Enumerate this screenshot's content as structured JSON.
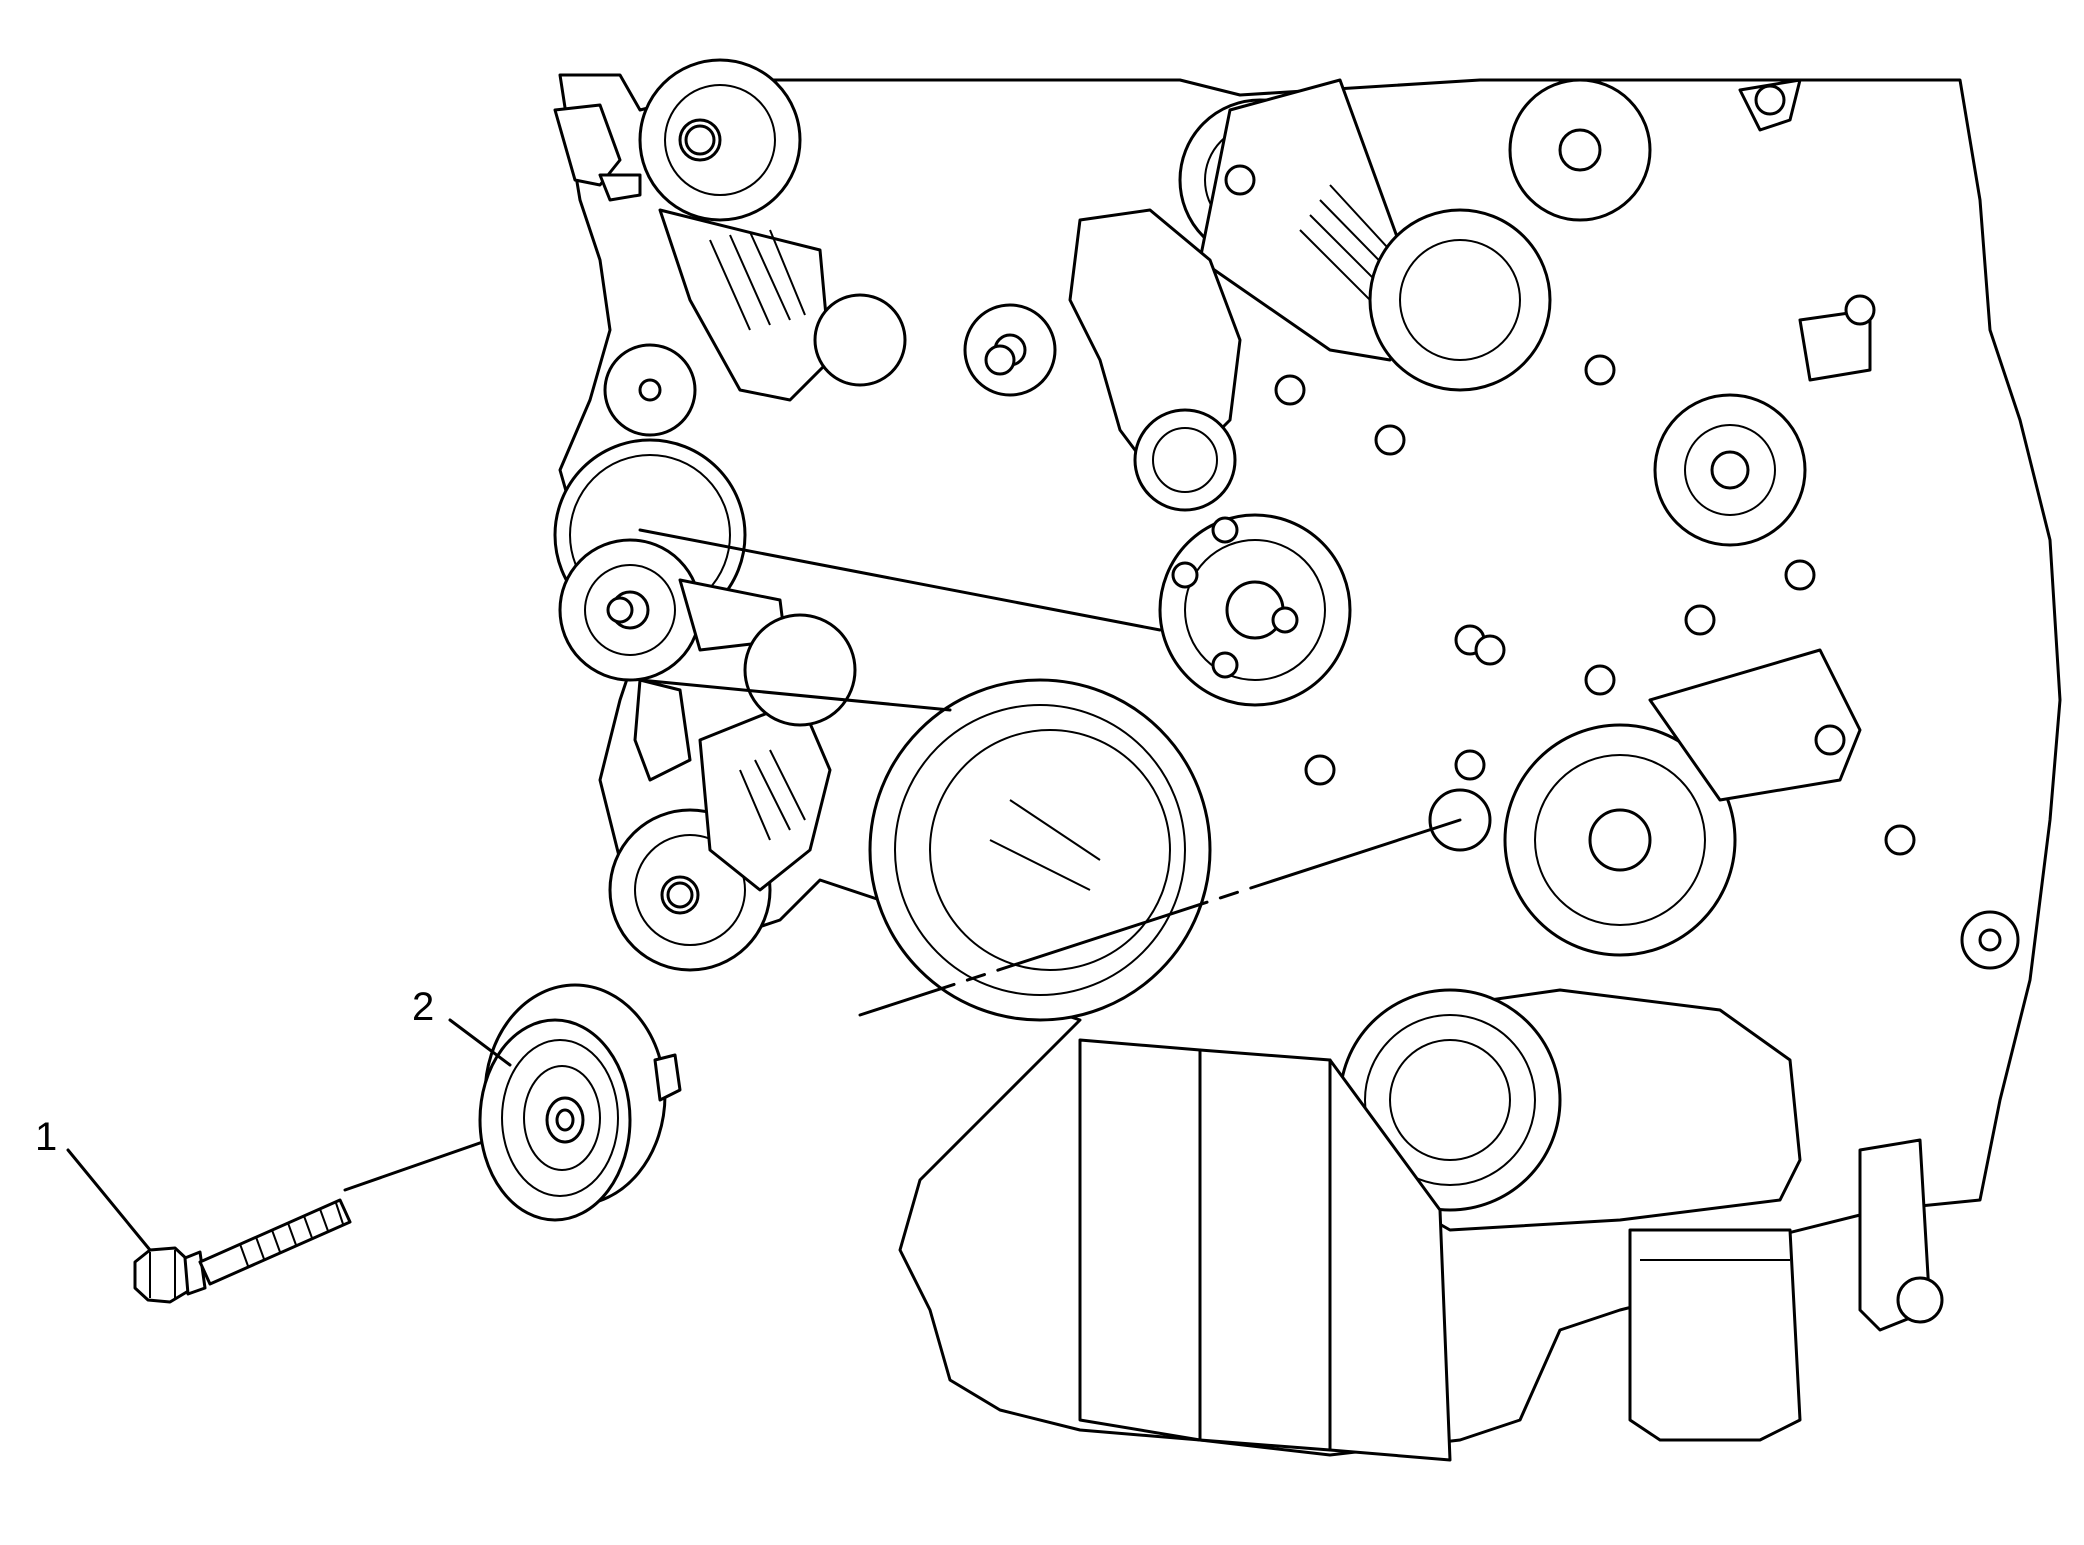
{
  "figure": {
    "callouts": [
      {
        "id": "1",
        "label": "1",
        "part": "bolt"
      },
      {
        "id": "2",
        "label": "2",
        "part": "idler-pulley"
      }
    ],
    "colors": {
      "line": "#000000",
      "background": "#ffffff"
    }
  }
}
